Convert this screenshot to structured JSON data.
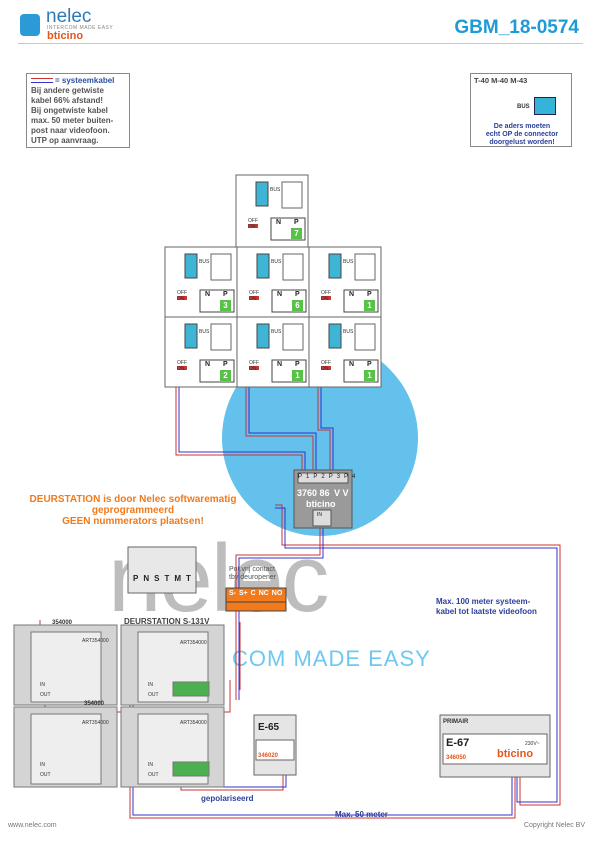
{
  "header": {
    "brand": "nelec",
    "brand_tagline": "INTERCOM MADE EASY",
    "partner": "bticino",
    "doc_id": "GBM_18-0574"
  },
  "cable_note": {
    "legend": "= systeemkabel",
    "lines": [
      "Bij andere getwiste",
      "kabel 66% afstand!",
      "Bij ongetwiste kabel",
      "max. 50 meter buiten-",
      "post naar videofoon.",
      "UTP op aanvraag."
    ]
  },
  "bus_note": {
    "models": "T-40 M-40 M-43",
    "bus_label": "BUS",
    "warning": [
      "De aders moeten",
      "echt OP de connector",
      "doorgelust worden!"
    ]
  },
  "door_note": [
    "DEURSTATION is door Nelec softwarematig",
    "geprogrammeerd",
    "GEEN nummerators plaatsen!"
  ],
  "watermark": {
    "text": "nelec",
    "tagline": "COM MADE EASY"
  },
  "monitors": [
    {
      "number": "7",
      "switch": "OFF ON"
    },
    {
      "number": "3",
      "switch": "OFF ON"
    },
    {
      "number": "6",
      "switch": "OFF ON"
    },
    {
      "number": "1",
      "switch": "OFF ON"
    },
    {
      "number": "2",
      "switch": "OFF ON"
    },
    {
      "number": "1",
      "switch": "OFF ON"
    },
    {
      "number": "1",
      "switch": "OFF ON"
    }
  ],
  "monitor_labels": {
    "n": "N",
    "p": "P",
    "bus": "BUS"
  },
  "distributor": {
    "ports": [
      "P1",
      "P2",
      "P3",
      "P4"
    ],
    "model": "3760 86",
    "vv": "V V",
    "brand": "bticino",
    "in": "IN"
  },
  "keypad": {
    "labels": [
      "P",
      "N",
      "S",
      "TM",
      "T"
    ]
  },
  "relay": {
    "title": [
      "Pot.vrij contact",
      "tbv deuropener"
    ],
    "terminals": [
      "S-",
      "S+",
      "C",
      "NC",
      "NO"
    ]
  },
  "door_station": {
    "title": "DEURSTATION S-131V",
    "code": "354000",
    "in": "IN",
    "out": "OUT",
    "art": "ART354000"
  },
  "e65": {
    "name": "E-65",
    "code": "346020"
  },
  "e67": {
    "name": "E-67",
    "code": "346050",
    "primair": "PRIMAIR",
    "brand": "bticino",
    "sub": "230V~"
  },
  "labels": {
    "max100": [
      "Max. 100 meter systeem-",
      "kabel tot laatste videofoon"
    ],
    "max50": "Max. 50 meter",
    "gepolariseerd": "gepolariseerd"
  },
  "footer": {
    "left": "www.nelec.com",
    "right": "Copyright Nelec BV"
  },
  "colors": {
    "accent": "#1e9bd7",
    "brand_orange": "#e4571c",
    "warn_orange": "#f07a1c",
    "terminal_teal": "#3fb5d6",
    "green_tag": "#58c248"
  }
}
